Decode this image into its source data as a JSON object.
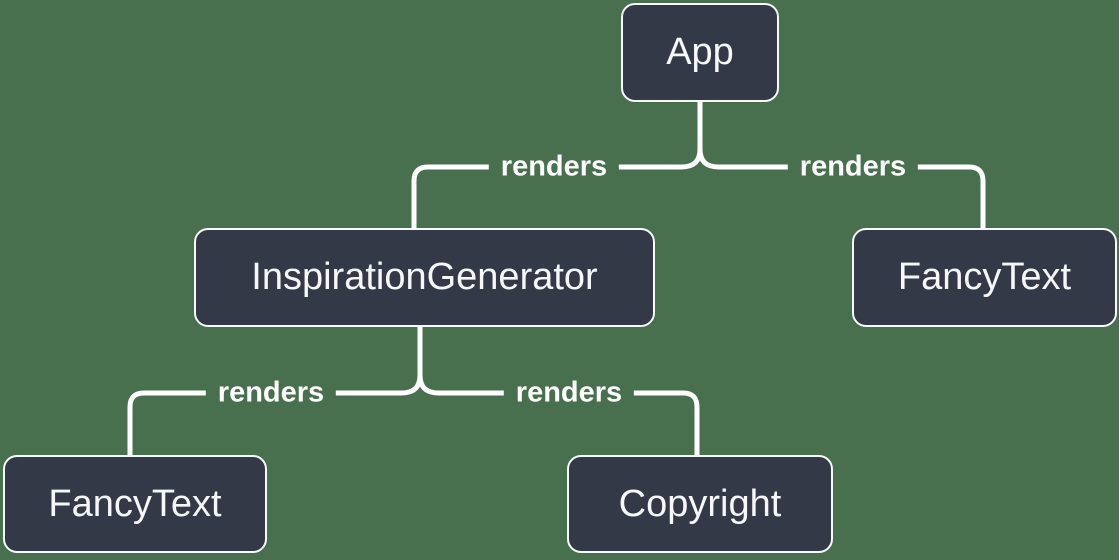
{
  "title": "React render tree diagram",
  "colors": {
    "background": "#48704E",
    "node_fill": "#333947",
    "node_border": "#F8F9FA",
    "node_text": "#F6F7F9",
    "edge_line": "#FFFFFF",
    "edge_label_text": "#FFFFFF"
  },
  "diagram": {
    "nodes": [
      {
        "id": "app",
        "label": "App"
      },
      {
        "id": "inspiration-generator",
        "label": "InspirationGenerator"
      },
      {
        "id": "fancy-text-right",
        "label": "FancyText"
      },
      {
        "id": "fancy-text-bottom",
        "label": "FancyText"
      },
      {
        "id": "copyright",
        "label": "Copyright"
      }
    ],
    "edges": [
      {
        "from": "App",
        "to": "InspirationGenerator",
        "label": "renders"
      },
      {
        "from": "App",
        "to": "FancyText",
        "label": "renders"
      },
      {
        "from": "InspirationGenerator",
        "to": "FancyText",
        "label": "renders"
      },
      {
        "from": "InspirationGenerator",
        "to": "Copyright",
        "label": "renders"
      }
    ]
  }
}
